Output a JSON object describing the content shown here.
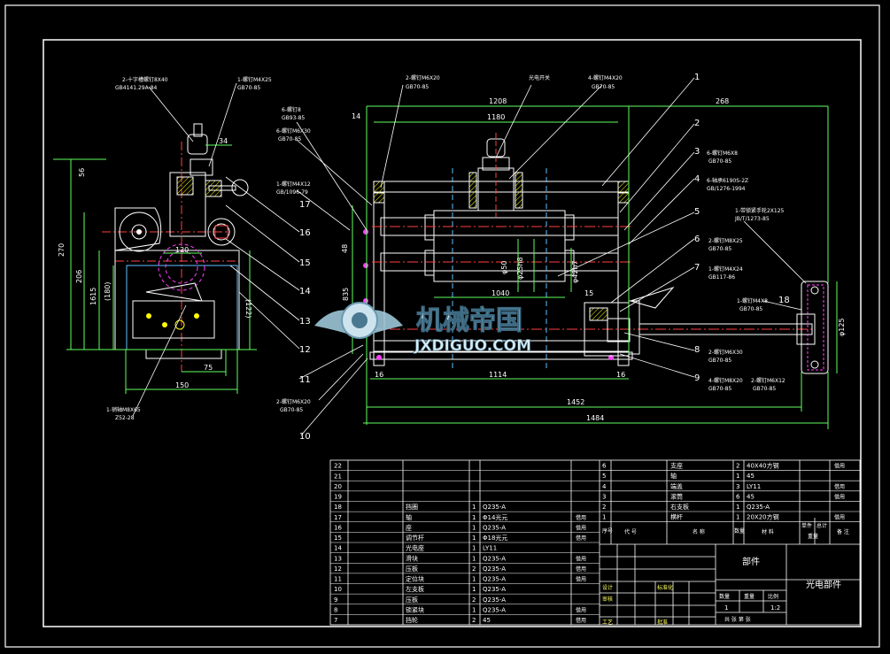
{
  "balloons": [
    "1",
    "2",
    "3",
    "4",
    "5",
    "6",
    "7",
    "8",
    "9",
    "10",
    "11",
    "12",
    "13",
    "14",
    "15",
    "16",
    "17",
    "18"
  ],
  "leaders": {
    "l_top1": "2-十字槽螺钉8X40",
    "l_top1b": "GB4141.29A-84",
    "l_top2": "1-螺钉M4X25",
    "l_top2b": "GB70-85",
    "l_mid1": "2-螺钉M6X20",
    "l_mid1b": "GB70-85",
    "l_mid2": "光电开关",
    "l_mid3": "4-螺钉M4X20",
    "l_mid3b": "GB70-85",
    "l_6a": "6-螺钉8",
    "l_6ab": "GB93-85",
    "l_6b": "6-螺钉M6X30",
    "l_6bb": "GB70-85",
    "l_1a": "1-螺钉M4X12",
    "l_1ab": "GB/1096-79",
    "r3": "6-螺钉M6X8",
    "r3b": "GB70-85",
    "r4": "6-轴承6190S-2Z",
    "r4b": "GB/1276-1994",
    "r5a": "1-带锁紧手轮2X125",
    "r5b": "JB/T/1273-85",
    "r6": "2-螺钉M8X25",
    "r6b": "GB70-85",
    "r7": "1-螺钉M4X24",
    "r7b": "GB117-86",
    "r18": "1-螺钉M4X8",
    "r18b": "GB70-85",
    "r8": "2-螺钉M6X30",
    "r8b": "GB70-85",
    "r9a": "4-螺钉M8X20",
    "r9b": "2-螺钉M6X12",
    "r9c": "GB70-85",
    "r9d": "GB70-85",
    "l_bl": "2-螺钉M6X20",
    "l_blb": "GB70-85",
    "l_bot": "1-销轴M8X65",
    "l_botb": "Z52-28"
  },
  "dims": {
    "d14": "14",
    "d1208": "1208",
    "d1180": "1180",
    "d268": "268",
    "d34": "34",
    "d56": "56",
    "d270": "270",
    "d206": "206",
    "d1615": "1615",
    "d180": "(180)",
    "d122": "(122)",
    "d120": "120",
    "d75": "75",
    "d150": "150",
    "d48": "48",
    "d835": "835",
    "d1040": "1040",
    "d15": "15",
    "d16a": "16",
    "d1114": "1114",
    "d16b": "16",
    "d1452": "1452",
    "d1484": "1484",
    "dphi50": "φ50",
    "dphi25": "φ25h8",
    "dphi42": "φ42h7",
    "dphi125": "φ125"
  },
  "logo": {
    "cn": "机械帝国",
    "en": "JXDIGUO.COM"
  },
  "bom_left": [
    {
      "no": "22",
      "name": "",
      "qty": "",
      "mat": "",
      "note": ""
    },
    {
      "no": "21",
      "name": "",
      "qty": "",
      "mat": "",
      "note": ""
    },
    {
      "no": "20",
      "name": "",
      "qty": "",
      "mat": "",
      "note": ""
    },
    {
      "no": "19",
      "name": "",
      "qty": "",
      "mat": "",
      "note": ""
    },
    {
      "no": "18",
      "name": "挡圈",
      "qty": "1",
      "mat": "Q235-A",
      "note": ""
    },
    {
      "no": "17",
      "name": "轴",
      "qty": "1",
      "mat": "Φ14光元",
      "note": "借用"
    },
    {
      "no": "16",
      "name": "座",
      "qty": "1",
      "mat": "Q235-A",
      "note": "借用"
    },
    {
      "no": "15",
      "name": "调节杆",
      "qty": "1",
      "mat": "Φ18光元",
      "note": "借用"
    },
    {
      "no": "14",
      "name": "光电座",
      "qty": "1",
      "mat": "LY11",
      "note": ""
    },
    {
      "no": "13",
      "name": "滑块",
      "qty": "1",
      "mat": "Q235-A",
      "note": "借用"
    },
    {
      "no": "12",
      "name": "压板",
      "qty": "2",
      "mat": "Q235-A",
      "note": "借用"
    },
    {
      "no": "11",
      "name": "定位块",
      "qty": "1",
      "mat": "Q235-A",
      "note": "借用"
    },
    {
      "no": "10",
      "name": "左支板",
      "qty": "1",
      "mat": "Q235-A",
      "note": ""
    },
    {
      "no": "9",
      "name": "压板",
      "qty": "2",
      "mat": "Q235-A",
      "note": ""
    },
    {
      "no": "8",
      "name": "锁紧块",
      "qty": "1",
      "mat": "Q235-A",
      "note": "借用"
    },
    {
      "no": "7",
      "name": "挡轮",
      "qty": "2",
      "mat": "45",
      "note": "借用"
    }
  ],
  "bom_right": [
    {
      "no": "6",
      "name": "支座",
      "qty": "2",
      "mat": "40X40方钢",
      "note": "借用"
    },
    {
      "no": "5",
      "name": "轴",
      "qty": "1",
      "mat": "45",
      "note": ""
    },
    {
      "no": "4",
      "name": "端盖",
      "qty": "3",
      "mat": "LY11",
      "note": "借用"
    },
    {
      "no": "3",
      "name": "滚筒",
      "qty": "6",
      "mat": "45",
      "note": "借用"
    },
    {
      "no": "2",
      "name": "右支板",
      "qty": "1",
      "mat": "Q235-A",
      "note": ""
    },
    {
      "no": "1",
      "name": "横杆",
      "qty": "1",
      "mat": "20X20方钢",
      "note": "借用"
    }
  ],
  "bom_header": {
    "no": "序号",
    "code": "代 号",
    "name": "名 称",
    "qty": "数量",
    "mat": "材 料",
    "w1": "单件",
    "w2": "总计",
    "wt": "重量",
    "note": "备 注"
  },
  "title_block": {
    "component": "部件",
    "name": "光电部件",
    "scale": "1:2",
    "count": "1",
    "f1": "数量",
    "f2": "重量",
    "f3": "比例",
    "sheet": "共 张 第 张",
    "design": "设计",
    "check": "审核",
    "process": "工艺",
    "std": "标准化",
    "approve": "批准"
  }
}
